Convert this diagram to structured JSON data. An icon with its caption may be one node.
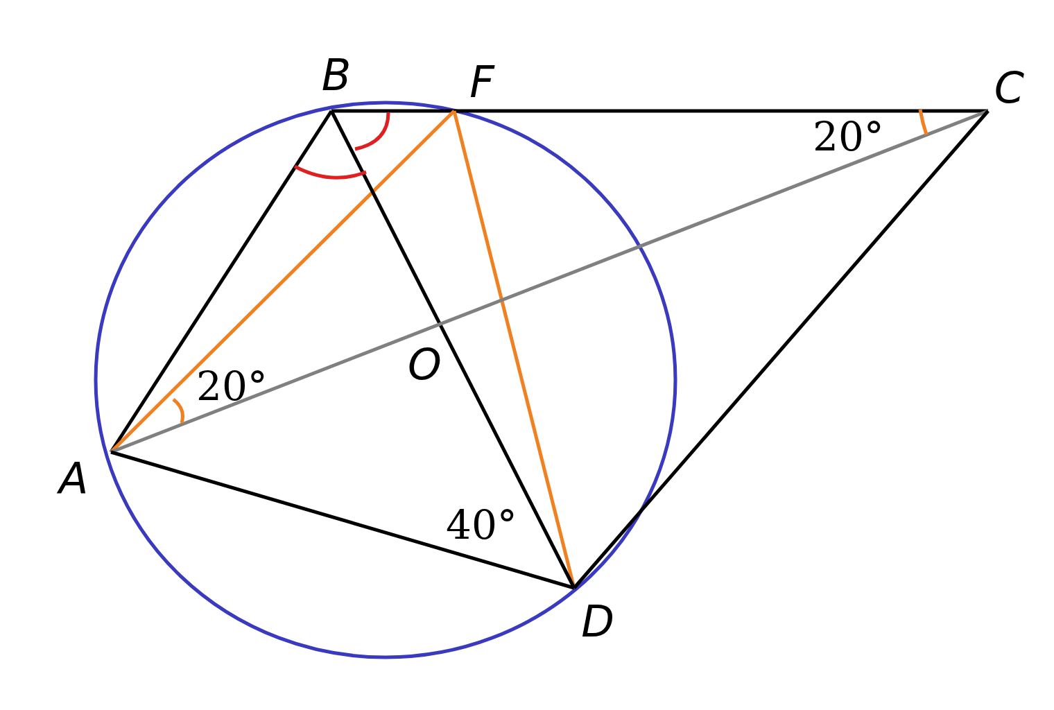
{
  "diagram": {
    "nodes": [
      {
        "text": [
          "A"
        ]
      },
      {
        "text": [
          "B"
        ]
      },
      {
        "text": [
          "F"
        ]
      },
      {
        "text": [
          "C"
        ]
      },
      {
        "text": [
          "O"
        ]
      },
      {
        "text": [
          "D"
        ]
      }
    ],
    "edges": [
      {
        "from": 0,
        "to": 1,
        "arrow": "none"
      },
      {
        "from": 1,
        "to": 3,
        "arrow": "none"
      },
      {
        "from": 0,
        "to": 2,
        "arrow": "none",
        "color": "#f08020"
      },
      {
        "from": 2,
        "to": 5,
        "arrow": "none",
        "color": "#f08020"
      },
      {
        "from": 1,
        "to": 5,
        "arrow": "none"
      },
      {
        "from": 0,
        "to": 3,
        "arrow": "none",
        "color": "#808080"
      },
      {
        "from": 0,
        "to": 5,
        "arrow": "none"
      },
      {
        "from": 5,
        "to": 3,
        "arrow": "none"
      }
    ],
    "labels": [
      "20°",
      "20°",
      "40°"
    ]
  }
}
